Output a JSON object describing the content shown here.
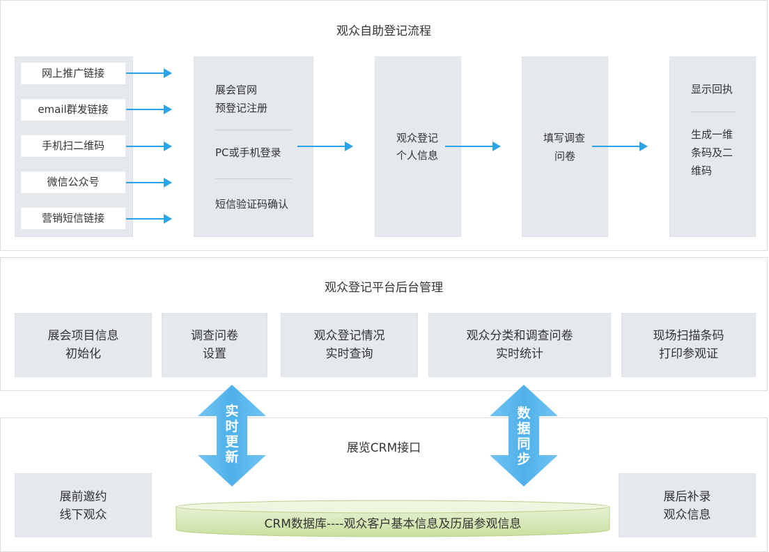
{
  "section1": {
    "title": "观众自助登记流程",
    "channels": [
      "网上推广链接",
      "email群发链接",
      "手机扫二维码",
      "微信公众号",
      "营销短信链接"
    ],
    "login_box": {
      "line1": "展会官网",
      "line2": "预登记注册",
      "item2": "PC或手机登录",
      "item3": "短信验证码确认"
    },
    "register_box": {
      "line1": "观众登记",
      "line2": "个人信息"
    },
    "survey_box": {
      "line1": "填写调查",
      "line2": "问卷"
    },
    "result_box": {
      "item1": "显示回执",
      "line1": "生成一维",
      "line2": "条码及二",
      "line3": "维码"
    }
  },
  "section2": {
    "title": "观众登记平台后台管理",
    "boxes": [
      {
        "line1": "展会项目信息",
        "line2": "初始化"
      },
      {
        "line1": "调查问卷",
        "line2": "设置"
      },
      {
        "line1": "观众登记情况",
        "line2": "实时查询"
      },
      {
        "line1": "观众分类和调查问卷",
        "line2": "实时统计"
      },
      {
        "line1": "现场扫描条码",
        "line2": "打印参观证"
      }
    ]
  },
  "section3": {
    "title": "展览CRM接口",
    "left_box": {
      "line1": "展前邀约",
      "line2": "线下观众"
    },
    "right_box": {
      "line1": "展后补录",
      "line2": "观众信息"
    },
    "database_label": "CRM数据库----观众客户基本信息及历届参观信息"
  },
  "connectors": {
    "left_label": [
      "实",
      "时",
      "更",
      "新"
    ],
    "right_label": [
      "数",
      "据",
      "同",
      "步"
    ]
  },
  "colors": {
    "box_fill": "#e5e9ee",
    "arrow_blue": "#2aa3e8",
    "big_arrow_blue": "#5bb8ee",
    "db_green": "#d7e9b9"
  }
}
